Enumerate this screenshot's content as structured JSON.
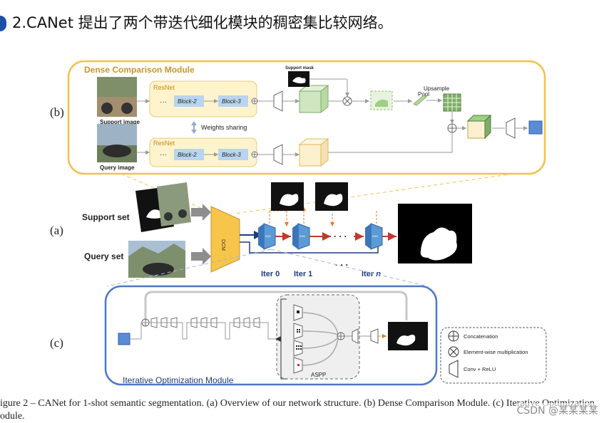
{
  "heading": {
    "text": "2.CANet 提出了两个带迭代细化模块的稠密集比较网络。"
  },
  "panel_letters": {
    "a": "(a)",
    "b": "(b)",
    "c": "(c)"
  },
  "dcm": {
    "title": "Dense Comparison Module",
    "resnet": "ResNet",
    "block2": "Block-2",
    "block3": "Block-3",
    "ellipsis": "···",
    "support_image": "Support image",
    "query_image": "Query image",
    "support_mask": "Support mask",
    "weights_sharing": "Weights sharing",
    "pool": "Pool",
    "upsample": "Upsample"
  },
  "overview": {
    "support_set": "Support set",
    "query_set": "Query set",
    "dcm_label": "DCM",
    "iom_label": "IOM",
    "iter0": "Iter 0",
    "iter1": "Iter 1",
    "iter_n_prefix": "Iter ",
    "iter_n_var": "n",
    "dots": "· · ·"
  },
  "iom": {
    "title": "Iterative Optimization Module",
    "aspp": "ASPP"
  },
  "legend": {
    "concatenation": "Concatenation",
    "multiplication": "Element-wise multiplication",
    "conv_relu": "Conv + ReLU"
  },
  "caption": {
    "line1": "igure 2 – CANet for 1-shot semantic segmentation. (a) Overview of our network structure. (b) Dense Comparison Module. (c) Iterative Optimization",
    "line2": "odule."
  },
  "watermark": "CSDN @某某某某",
  "colors": {
    "dcm_border": "#f2c14e",
    "iom_border": "#4f79c6",
    "resnet_fill": "#fdf3cc",
    "block_fill": "#b9d4ee",
    "iom_fill": "#5b9bd5",
    "dcm_fill": "#f6c54a",
    "red_arrow": "#c0392b",
    "orange_dash": "#e67e22"
  }
}
